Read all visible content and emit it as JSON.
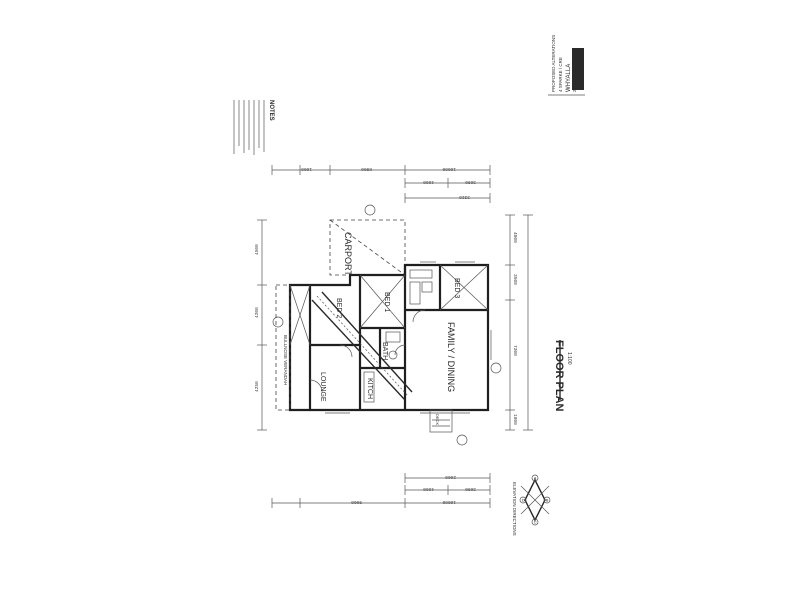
{
  "plan": {
    "title": "FLOOR PLAN",
    "scale": "1:100",
    "rooms": {
      "carport": "CARPORT",
      "bed1": "BED 1",
      "bed2": "BED 2",
      "bed3": "BED 3",
      "bath": "BATH",
      "kitch": "KITCH",
      "lounge": "LOUNGE",
      "family_dining": "FAMILY / DINING"
    },
    "notes_heading": "NOTES",
    "verandah_label": "BULLNOSE VERANDAH",
    "deck_label": "DECK",
    "title_block": {
      "line1": "PROPOSED ALTERATIONS",
      "line2": "4 SPARKE / CRE",
      "line3": "WHYALLA",
      "sheet": "2 OF 8",
      "date": "14/06/10"
    },
    "dimensions": {
      "top_overall": "10000",
      "top_a": "3890",
      "top_b": "4860",
      "top_c": "8900",
      "top_d": "3320",
      "top_e": "1000",
      "bottom_overall": "10000",
      "bottom_a": "9000",
      "bottom_b": "4860",
      "bottom_c": "3890",
      "bottom_d": "2000",
      "left_a": "4500",
      "left_b": "4200",
      "left_c": "4250",
      "right_a": "4000",
      "right_b": "3500",
      "right_c": "7300",
      "right_d": "1800"
    },
    "compass_label": "ELEVATION DIRECTIONS",
    "compass_letters": {
      "a": "A",
      "b": "B",
      "c": "C",
      "d": "D"
    }
  },
  "colors": {
    "line": "#2a2a2a",
    "paper": "#ffffff"
  }
}
